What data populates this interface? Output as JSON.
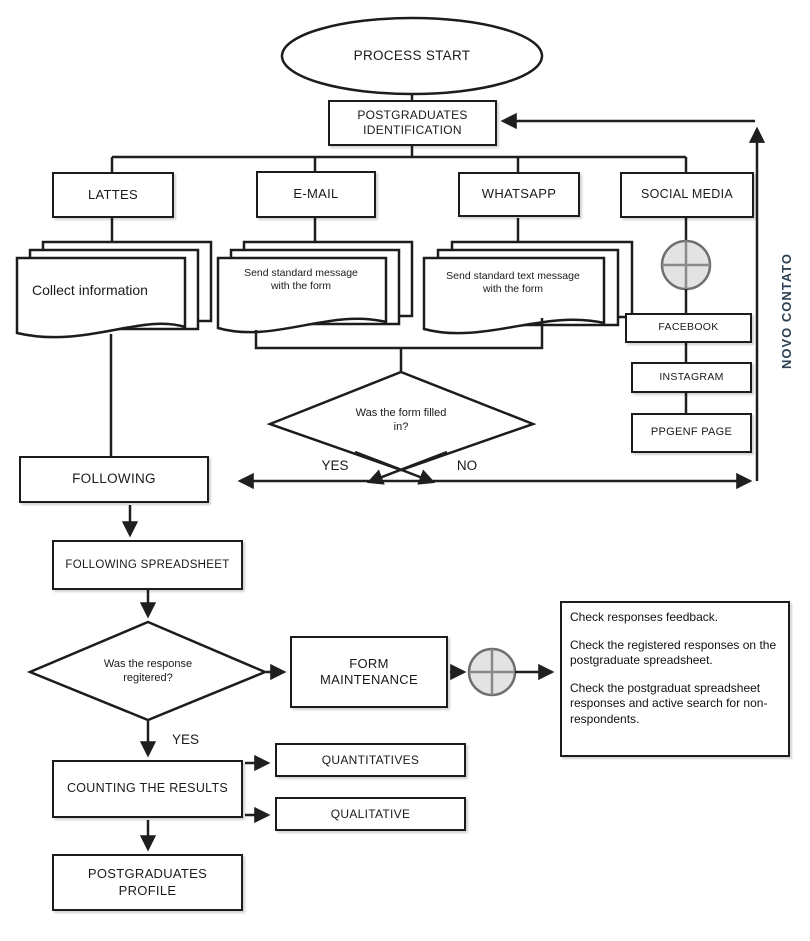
{
  "colors": {
    "line": "#1f1f1f",
    "node_border": "#1c1c1c",
    "circle_fill": "#e3e3e3",
    "circle_stroke": "#6f6f6f",
    "side_label_color": "#2e4254"
  },
  "start": {
    "label": "PROCESS START"
  },
  "identification": {
    "label": "POSTGRADUATES IDENTIFICATION"
  },
  "channels": {
    "lattes": "LATTES",
    "email": "E-MAIL",
    "whatsapp": "WHATSAPP",
    "social_media": "SOCIAL MEDIA"
  },
  "documents": {
    "lattes": "Collect information",
    "email": "Send standard message with the form",
    "whatsapp": "Send standard text message with the form"
  },
  "social_pages": {
    "facebook": "FACEBOOK",
    "instagram": "INSTAGRAM",
    "ppgenf": "PPGENF PAGE"
  },
  "side_label": "NOVO CONTATO",
  "decision_form": {
    "question": "Was the form filled in?",
    "yes": "YES",
    "no": "NO"
  },
  "following": {
    "label": "FOLLOWING"
  },
  "following_spreadsheet": {
    "label": "FOLLOWING SPREADSHEET"
  },
  "decision_response": {
    "question": "Was the response regitered?",
    "yes": "YES"
  },
  "form_maintenance": {
    "label": "FORM MAINTENANCE"
  },
  "notes": [
    "Check responses feedback.",
    "Check the registered responses on the postgraduate spreadsheet.",
    "Check the postgraduat spreadsheet responses and active search for non-respondents."
  ],
  "counting": {
    "label": "COUNTING THE RESULTS"
  },
  "outputs": {
    "quantitatives": "QUANTITATIVES",
    "qualitative": "QUALITATIVE"
  },
  "profile": {
    "label": "POSTGRADUATES PROFILE"
  }
}
